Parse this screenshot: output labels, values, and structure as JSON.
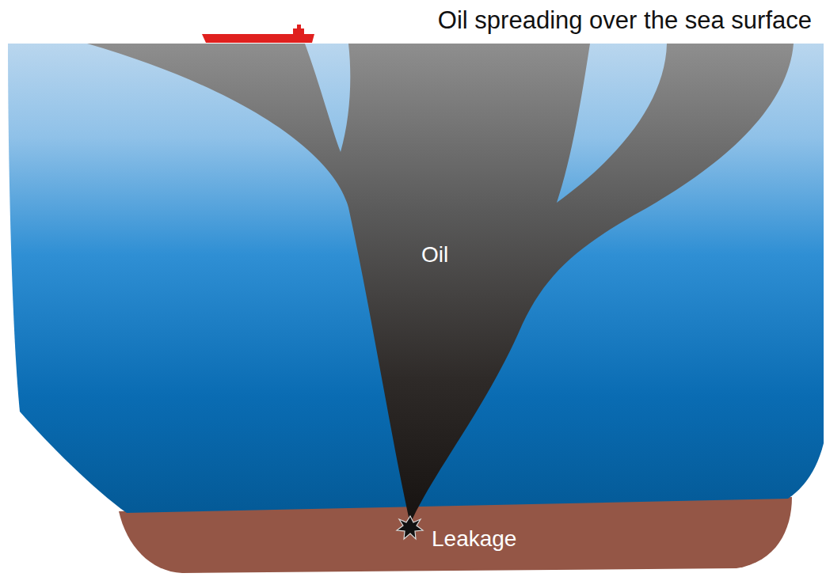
{
  "diagram": {
    "labels": [
      "Oil spreading over the sea surface",
      "Oil",
      "Leakage"
    ]
  }
}
